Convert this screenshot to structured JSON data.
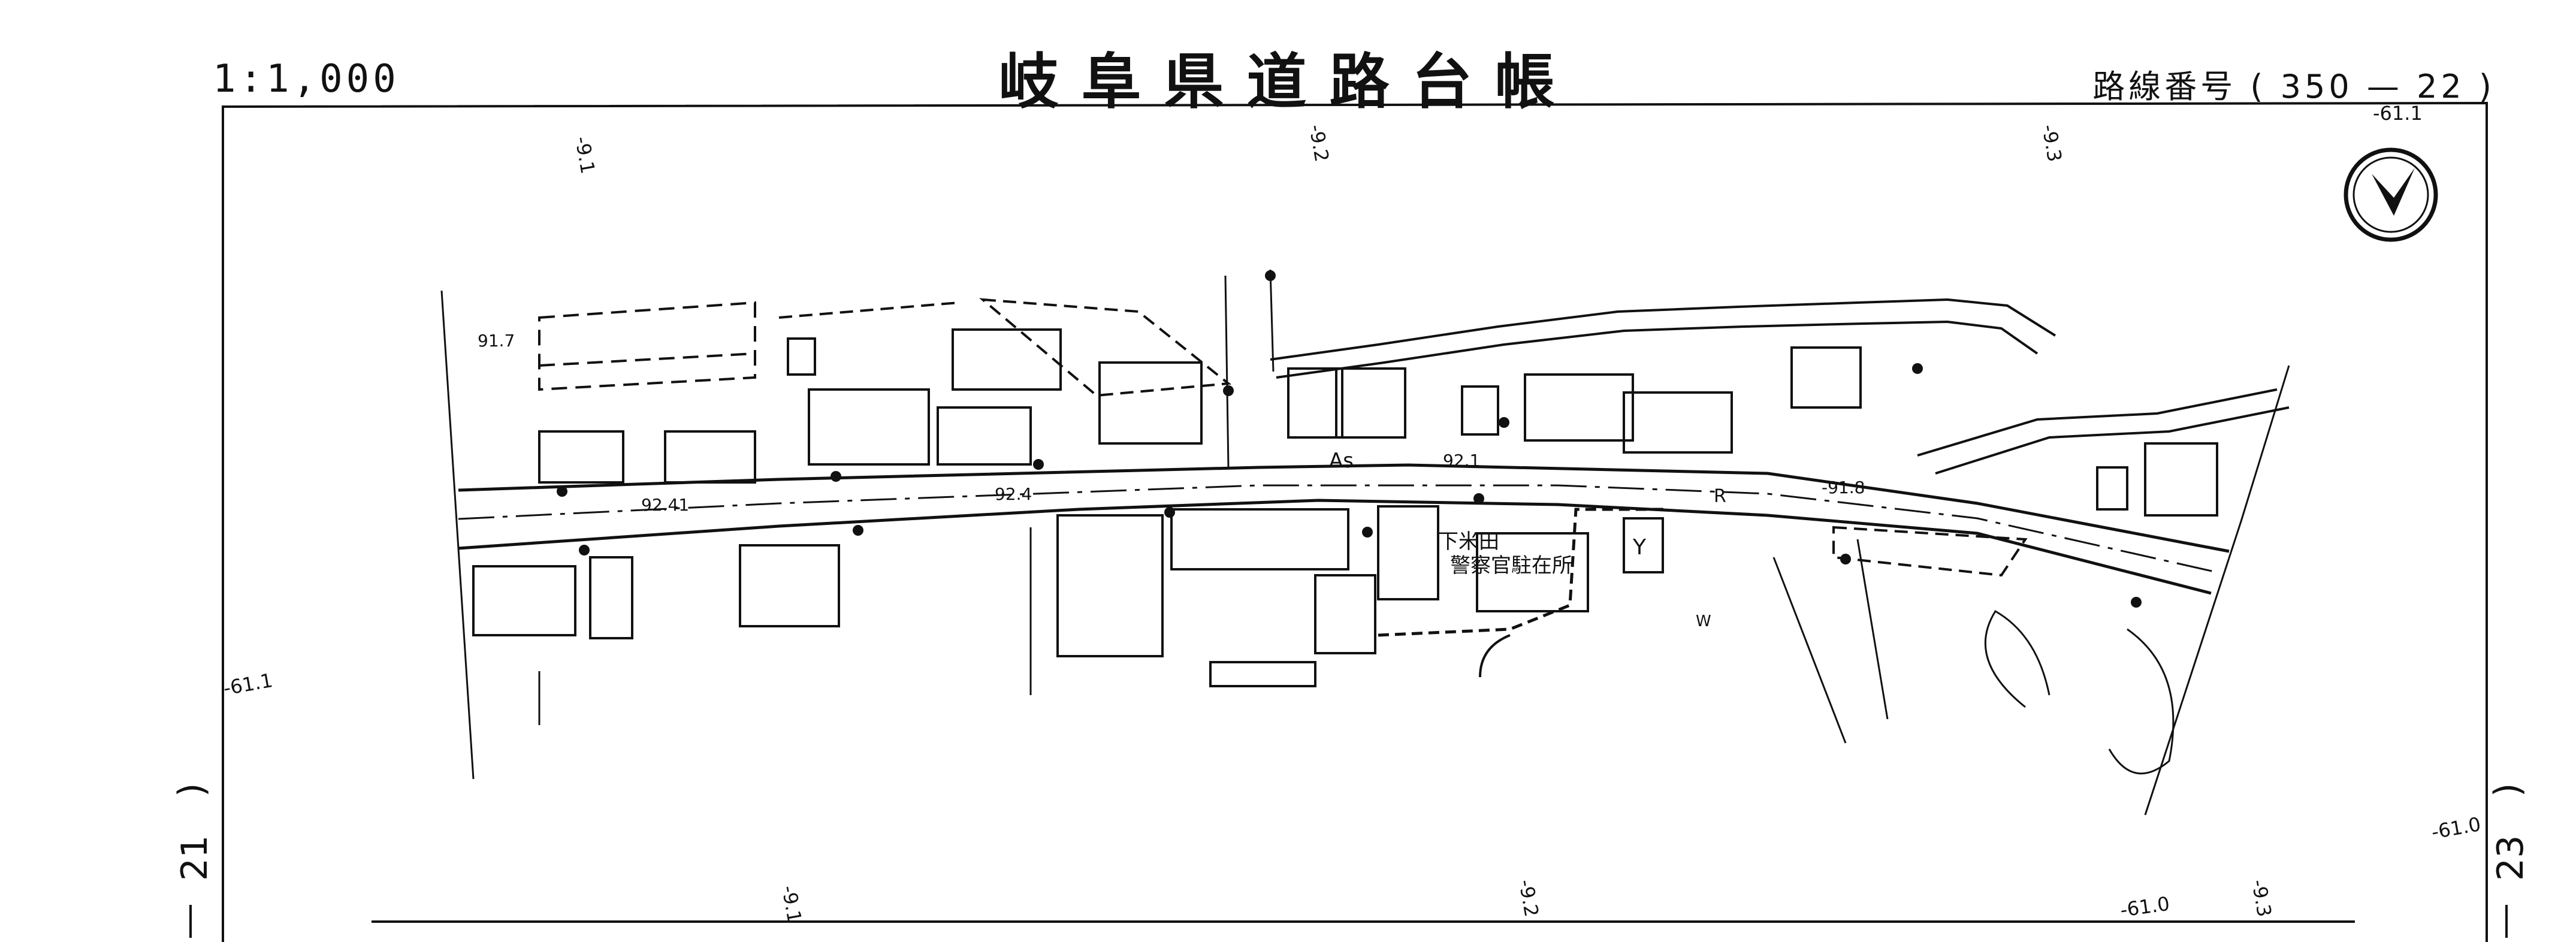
{
  "header": {
    "scale": "1:1,000",
    "title": "岐阜県道路台帳",
    "route_label": "路線番号",
    "route_number": "( 350 — 22 )"
  },
  "sheet": {
    "left_ref": "21",
    "right_ref": "23"
  },
  "map_labels": {
    "elev_91_7": "91.7",
    "elev_92_41": "92.41",
    "elev_92_4": "92.4",
    "elev_92_1": "92.1",
    "elev_91_8": "-91.8",
    "pavement": "As",
    "road_mark_r": "R",
    "water_mark": "W",
    "facility_mark": "Y",
    "facility_name_line1": "下米田",
    "facility_name_line2": "警察官駐在所",
    "grid_9_1": "-9.1",
    "grid_9_2": "-9.2",
    "grid_9_3": "-9.3",
    "grid_61_1": "-61.1",
    "grid_61_0": "-61.0",
    "bottom_9_1": "-9.1",
    "bottom_9_2": "-9.2",
    "bottom_9_3": "-9.3",
    "bottom_61_0": "-61.0"
  },
  "north_arrow": "north-arrow-icon"
}
